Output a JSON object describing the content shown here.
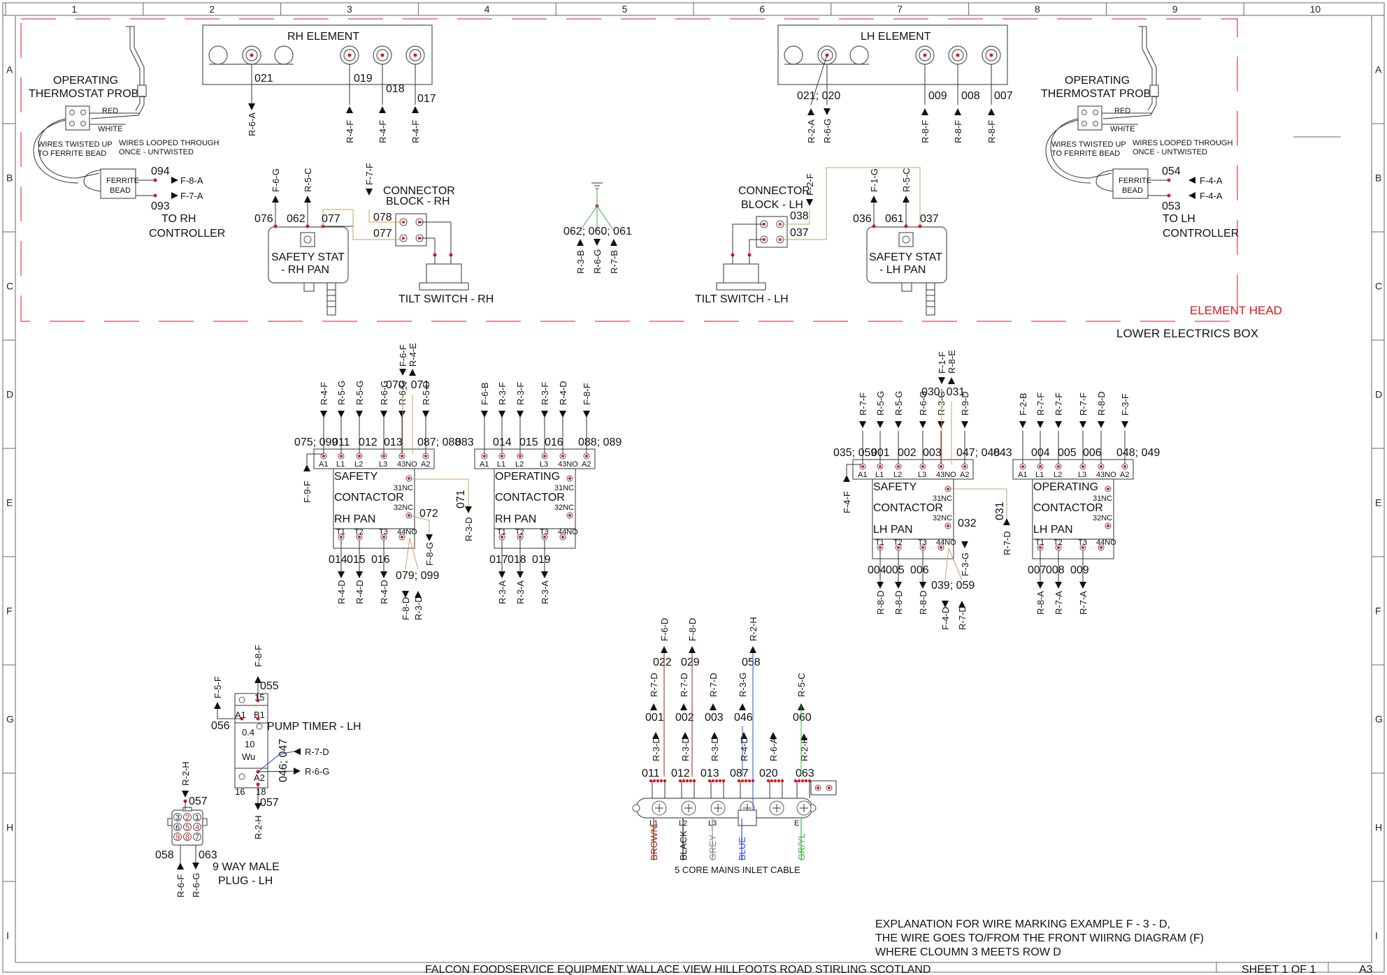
{
  "grid": {
    "columns": [
      "1",
      "2",
      "3",
      "4",
      "5",
      "6",
      "7",
      "8",
      "9",
      "10"
    ],
    "rows": [
      "A",
      "B",
      "C",
      "D",
      "E",
      "F",
      "G",
      "H",
      "I"
    ]
  },
  "element_head": {
    "label": "ELEMENT HEAD",
    "label_color": "#e0141c",
    "rh_element": {
      "title": "RH ELEMENT",
      "refs": [
        "021",
        "019",
        "018",
        "017"
      ],
      "connectors": [
        "R-6-A",
        "R-4-F",
        "R-4-F",
        "R-4-F"
      ]
    },
    "lh_element": {
      "title": "LH ELEMENT",
      "refs": [
        "021; 020",
        "009",
        "008",
        "007"
      ],
      "connectors": [
        "R-2-A",
        "R-6-G",
        "R-8-F",
        "R-8-F",
        "R-8-F"
      ]
    },
    "thermostat_rh": {
      "title_line1": "OPERATING",
      "title_line2": "THERMOSTAT PROBE",
      "red": "RED",
      "white": "WHITE",
      "note_twisted": "WIRES TWISTED UP",
      "note_twisted2": "TO FERRITE BEAD",
      "note_looped": "WIRES LOOPED THROUGH",
      "note_looped2": "ONCE - UNTWISTED",
      "ferrite1": "FERRITE",
      "ferrite2": "BEAD",
      "ref_top": "094",
      "ref_bottom": "093",
      "conn_top": "F-8-A",
      "conn_bottom": "F-7-A",
      "to1": "TO RH",
      "to2": "CONTROLLER"
    },
    "thermostat_lh": {
      "title_line1": "OPERATING",
      "title_line2": "THERMOSTAT PROBE",
      "red": "RED",
      "white": "WHITE",
      "note_twisted": "WIRES TWISTED UP",
      "note_twisted2": "TO FERRITE BEAD",
      "note_looped": "WIRES LOOPED THROUGH",
      "note_looped2": "ONCE - UNTWISTED",
      "ferrite1": "FERRITE",
      "ferrite2": "BEAD",
      "ref_top": "054",
      "ref_bottom": "053",
      "conn_top": "F-4-A",
      "conn_bottom": "F-4-A",
      "to1": "TO LH",
      "to2": "CONTROLLER"
    },
    "safety_stat_rh": {
      "line1": "SAFETY STAT",
      "line2": "- RH PAN",
      "refs": [
        "076",
        "062",
        "077"
      ],
      "conn": [
        "F-6-G",
        "R-5-C",
        "F-7-F"
      ]
    },
    "safety_stat_lh": {
      "line1": "SAFETY STAT",
      "line2": "- LH PAN",
      "refs": [
        "036",
        "061",
        "037"
      ],
      "conn": [
        "F-1-G",
        "R-5-C"
      ]
    },
    "connector_rh": {
      "line1": "CONNECTOR",
      "line2": "BLOCK - RH",
      "refs": [
        "078",
        "077"
      ]
    },
    "connector_lh": {
      "line1": "CONNECTOR",
      "line2": "BLOCK - LH",
      "refs": [
        "038",
        "037"
      ],
      "conn": "F-2-F"
    },
    "tilt_rh": "TILT SWITCH - RH",
    "tilt_lh": "TILT SWITCH - LH",
    "earth": {
      "refs": "062; 060; 061",
      "conn": [
        "R-3-B",
        "R-6-G",
        "R-7-B"
      ]
    }
  },
  "lower_box": {
    "label": "LOWER ELECTRICS BOX"
  },
  "contactors": {
    "safety_rh": {
      "line1": "SAFETY",
      "line2": "CONTACTOR",
      "line3": "RH PAN",
      "top_terms": [
        "A1",
        "L1",
        "L2",
        "L3",
        "43NO",
        "A2"
      ],
      "bottom_terms": [
        "T1",
        "T2",
        "T3",
        "44NO"
      ],
      "nc1": "31NC",
      "nc2": "32NC",
      "refs_top": [
        "075; 099",
        "011",
        "012",
        "013",
        "087; 088"
      ],
      "ref_group": "070; 071",
      "group_conn": [
        "F-6-F",
        "R-4-E"
      ],
      "top_conn": [
        "R-4-F",
        "R-5-G",
        "R-5-G",
        "R-6-G",
        "R-6-G",
        "R-5-D"
      ],
      "left_conn": "F-9-F",
      "refs_bottom": [
        "014",
        "015",
        "016"
      ],
      "bottom_conn": [
        "R-4-D",
        "R-4-D",
        "R-4-D"
      ],
      "ref_072": "072",
      "ref_071": "071",
      "conn_071": "R-3-D",
      "conn_072": "F-8-G",
      "ref_079": "079; 099",
      "conn_079": [
        "F-8-D",
        "R-3-D"
      ]
    },
    "operating_rh": {
      "line1": "OPERATING",
      "line2": "CONTACTOR",
      "line3": "RH PAN",
      "top_terms": [
        "A1",
        "L1",
        "L2",
        "L3",
        "43NO",
        "A2"
      ],
      "bottom_terms": [
        "T1",
        "T2",
        "T3",
        "44NO"
      ],
      "nc1": "31NC",
      "nc2": "32NC",
      "refs_top": [
        "083",
        "014",
        "015",
        "016",
        "088; 089"
      ],
      "top_conn": [
        "F-6-B",
        "R-3-F",
        "R-3-F",
        "R-3-F",
        "R-4-D",
        "F-8-F"
      ],
      "refs_bottom": [
        "017",
        "018",
        "019"
      ],
      "bottom_conn": [
        "R-3-A",
        "R-3-A",
        "R-3-A"
      ]
    },
    "safety_lh": {
      "line1": "SAFETY",
      "line2": "CONTACTOR",
      "line3": "LH PAN",
      "top_terms": [
        "A1",
        "L1",
        "L2",
        "L3",
        "43NO",
        "A2"
      ],
      "bottom_terms": [
        "T1",
        "T2",
        "T3",
        "44NO"
      ],
      "nc1": "31NC",
      "nc2": "32NC",
      "refs_top": [
        "035; 059",
        "001",
        "002",
        "003",
        "047; 048"
      ],
      "ref_group": "030; 031",
      "group_conn": [
        "F-1-F",
        "R-8-E"
      ],
      "top_conn": [
        "R-7-F",
        "R-5-G",
        "R-5-G",
        "R-6-G",
        "R-3-G",
        "R-9-D"
      ],
      "left_conn": "F-4-F",
      "refs_bottom": [
        "004",
        "005",
        "006"
      ],
      "bottom_conn": [
        "R-8-D",
        "R-8-D",
        "R-8-D"
      ],
      "ref_032": "032",
      "ref_031": "031",
      "conn_031": "R-7-D",
      "conn_032": "F-3-G",
      "ref_039": "039; 059",
      "conn_039": [
        "F-4-D",
        "R-7-D"
      ]
    },
    "operating_lh": {
      "line1": "OPERATING",
      "line2": "CONTACTOR",
      "line3": "LH PAN",
      "top_terms": [
        "A1",
        "L1",
        "L2",
        "L3",
        "43NO",
        "A2"
      ],
      "bottom_terms": [
        "T1",
        "T2",
        "T3",
        "44NO"
      ],
      "nc1": "31NC",
      "nc2": "32NC",
      "refs_top": [
        "043",
        "004",
        "005",
        "006",
        "048; 049"
      ],
      "top_conn": [
        "F-2-B",
        "R-7-F",
        "R-7-F",
        "R-7-F",
        "R-8-D",
        "F-3-F"
      ],
      "refs_bottom": [
        "007",
        "008",
        "009"
      ],
      "bottom_conn": [
        "R-8-A",
        "R-7-A",
        "R-7-A"
      ]
    }
  },
  "pump_timer": {
    "title": "PUMP TIMER - LH",
    "terms": [
      "A1",
      "B1",
      "15",
      "0.4",
      "10",
      "Wu",
      "A2",
      "16",
      "18"
    ],
    "refs": [
      "055",
      "056",
      "046; 047",
      "057"
    ],
    "conn": [
      "F-8-F",
      "F-5-F",
      "R-7-D",
      "R-6-G",
      "R-2-H"
    ]
  },
  "plug": {
    "title1": "9 WAY MALE",
    "title2": "PLUG - LH",
    "pins": [
      "3",
      "2",
      "1",
      "6",
      "5",
      "4",
      "9",
      "8",
      "7"
    ],
    "refs": [
      "057",
      "058",
      "063"
    ],
    "conn": [
      "R-2-H",
      "R-6-F",
      "R-6-G"
    ]
  },
  "mains": {
    "label": "5 CORE MAINS INLET CABLE",
    "refs_top": [
      "022",
      "029",
      "058"
    ],
    "conn_top": [
      "F-6-D",
      "F-8-D",
      "R-2-H"
    ],
    "refs_mid": [
      "001",
      "002",
      "003",
      "046",
      "060"
    ],
    "conn_mid": [
      "R-7-D",
      "R-7-D",
      "R-7-D",
      "R-3-G",
      "R-5-C"
    ],
    "refs_low": [
      "011",
      "012",
      "013",
      "087",
      "020",
      "063"
    ],
    "conn_low": [
      "R-3-D",
      "R-3-D",
      "R-3-D",
      "R-4-D",
      "R-6-A",
      "R-2-H"
    ],
    "terminals": [
      "L1",
      "L2",
      "L3",
      "N",
      "E"
    ],
    "cores": [
      {
        "name": "BROWN",
        "color": "#8b2a12"
      },
      {
        "name": "BLACK",
        "color": "#111111"
      },
      {
        "name": "GREY",
        "color": "#888888"
      },
      {
        "name": "BLUE",
        "color": "#2b4bd6"
      },
      {
        "name": "GR/YL",
        "color": "#3cb043"
      }
    ]
  },
  "explanation": [
    "EXPLANATION FOR WIRE MARKING EXAMPLE F - 3 - D,",
    "THE WIRE GOES TO/FROM THE FRONT WIIRNG DIAGRAM (F)",
    "WHERE CLOUMN 3 MEETS ROW D"
  ],
  "footer": {
    "company": "FALCON FOODSERVICE EQUIPMENT WALLACE VIEW HILLFOOTS ROAD STIRLING SCOTLAND",
    "sheet": "SHEET 1 OF 1",
    "size": "A3"
  }
}
